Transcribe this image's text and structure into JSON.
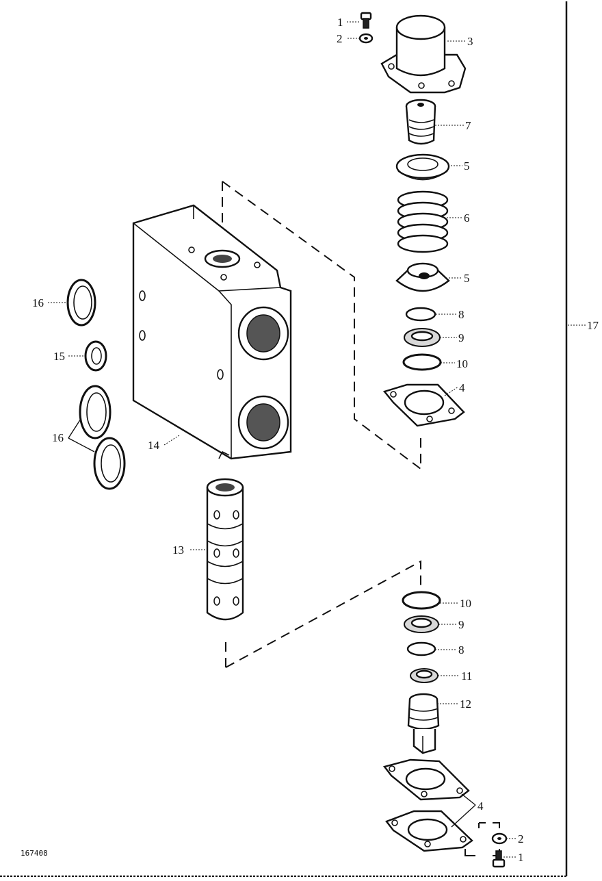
{
  "figure_code": "167408",
  "callouts": [
    {
      "id": "c1a",
      "text": "1"
    },
    {
      "id": "c2a",
      "text": "2"
    },
    {
      "id": "c3",
      "text": "3"
    },
    {
      "id": "c7",
      "text": "7"
    },
    {
      "id": "c5a",
      "text": "5"
    },
    {
      "id": "c6",
      "text": "6"
    },
    {
      "id": "c5b",
      "text": "5"
    },
    {
      "id": "c8a",
      "text": "8"
    },
    {
      "id": "c9a",
      "text": "9"
    },
    {
      "id": "c10a",
      "text": "10"
    },
    {
      "id": "c4a",
      "text": "4"
    },
    {
      "id": "c17",
      "text": "17"
    },
    {
      "id": "c16a",
      "text": "16"
    },
    {
      "id": "c15",
      "text": "15"
    },
    {
      "id": "c16b",
      "text": "16"
    },
    {
      "id": "c14",
      "text": "14"
    },
    {
      "id": "c13",
      "text": "13"
    },
    {
      "id": "c10b",
      "text": "10"
    },
    {
      "id": "c9b",
      "text": "9"
    },
    {
      "id": "c8b",
      "text": "8"
    },
    {
      "id": "c11",
      "text": "11"
    },
    {
      "id": "c12",
      "text": "12"
    },
    {
      "id": "c4b",
      "text": "4"
    },
    {
      "id": "c2b",
      "text": "2"
    },
    {
      "id": "c1b",
      "text": "1"
    }
  ]
}
